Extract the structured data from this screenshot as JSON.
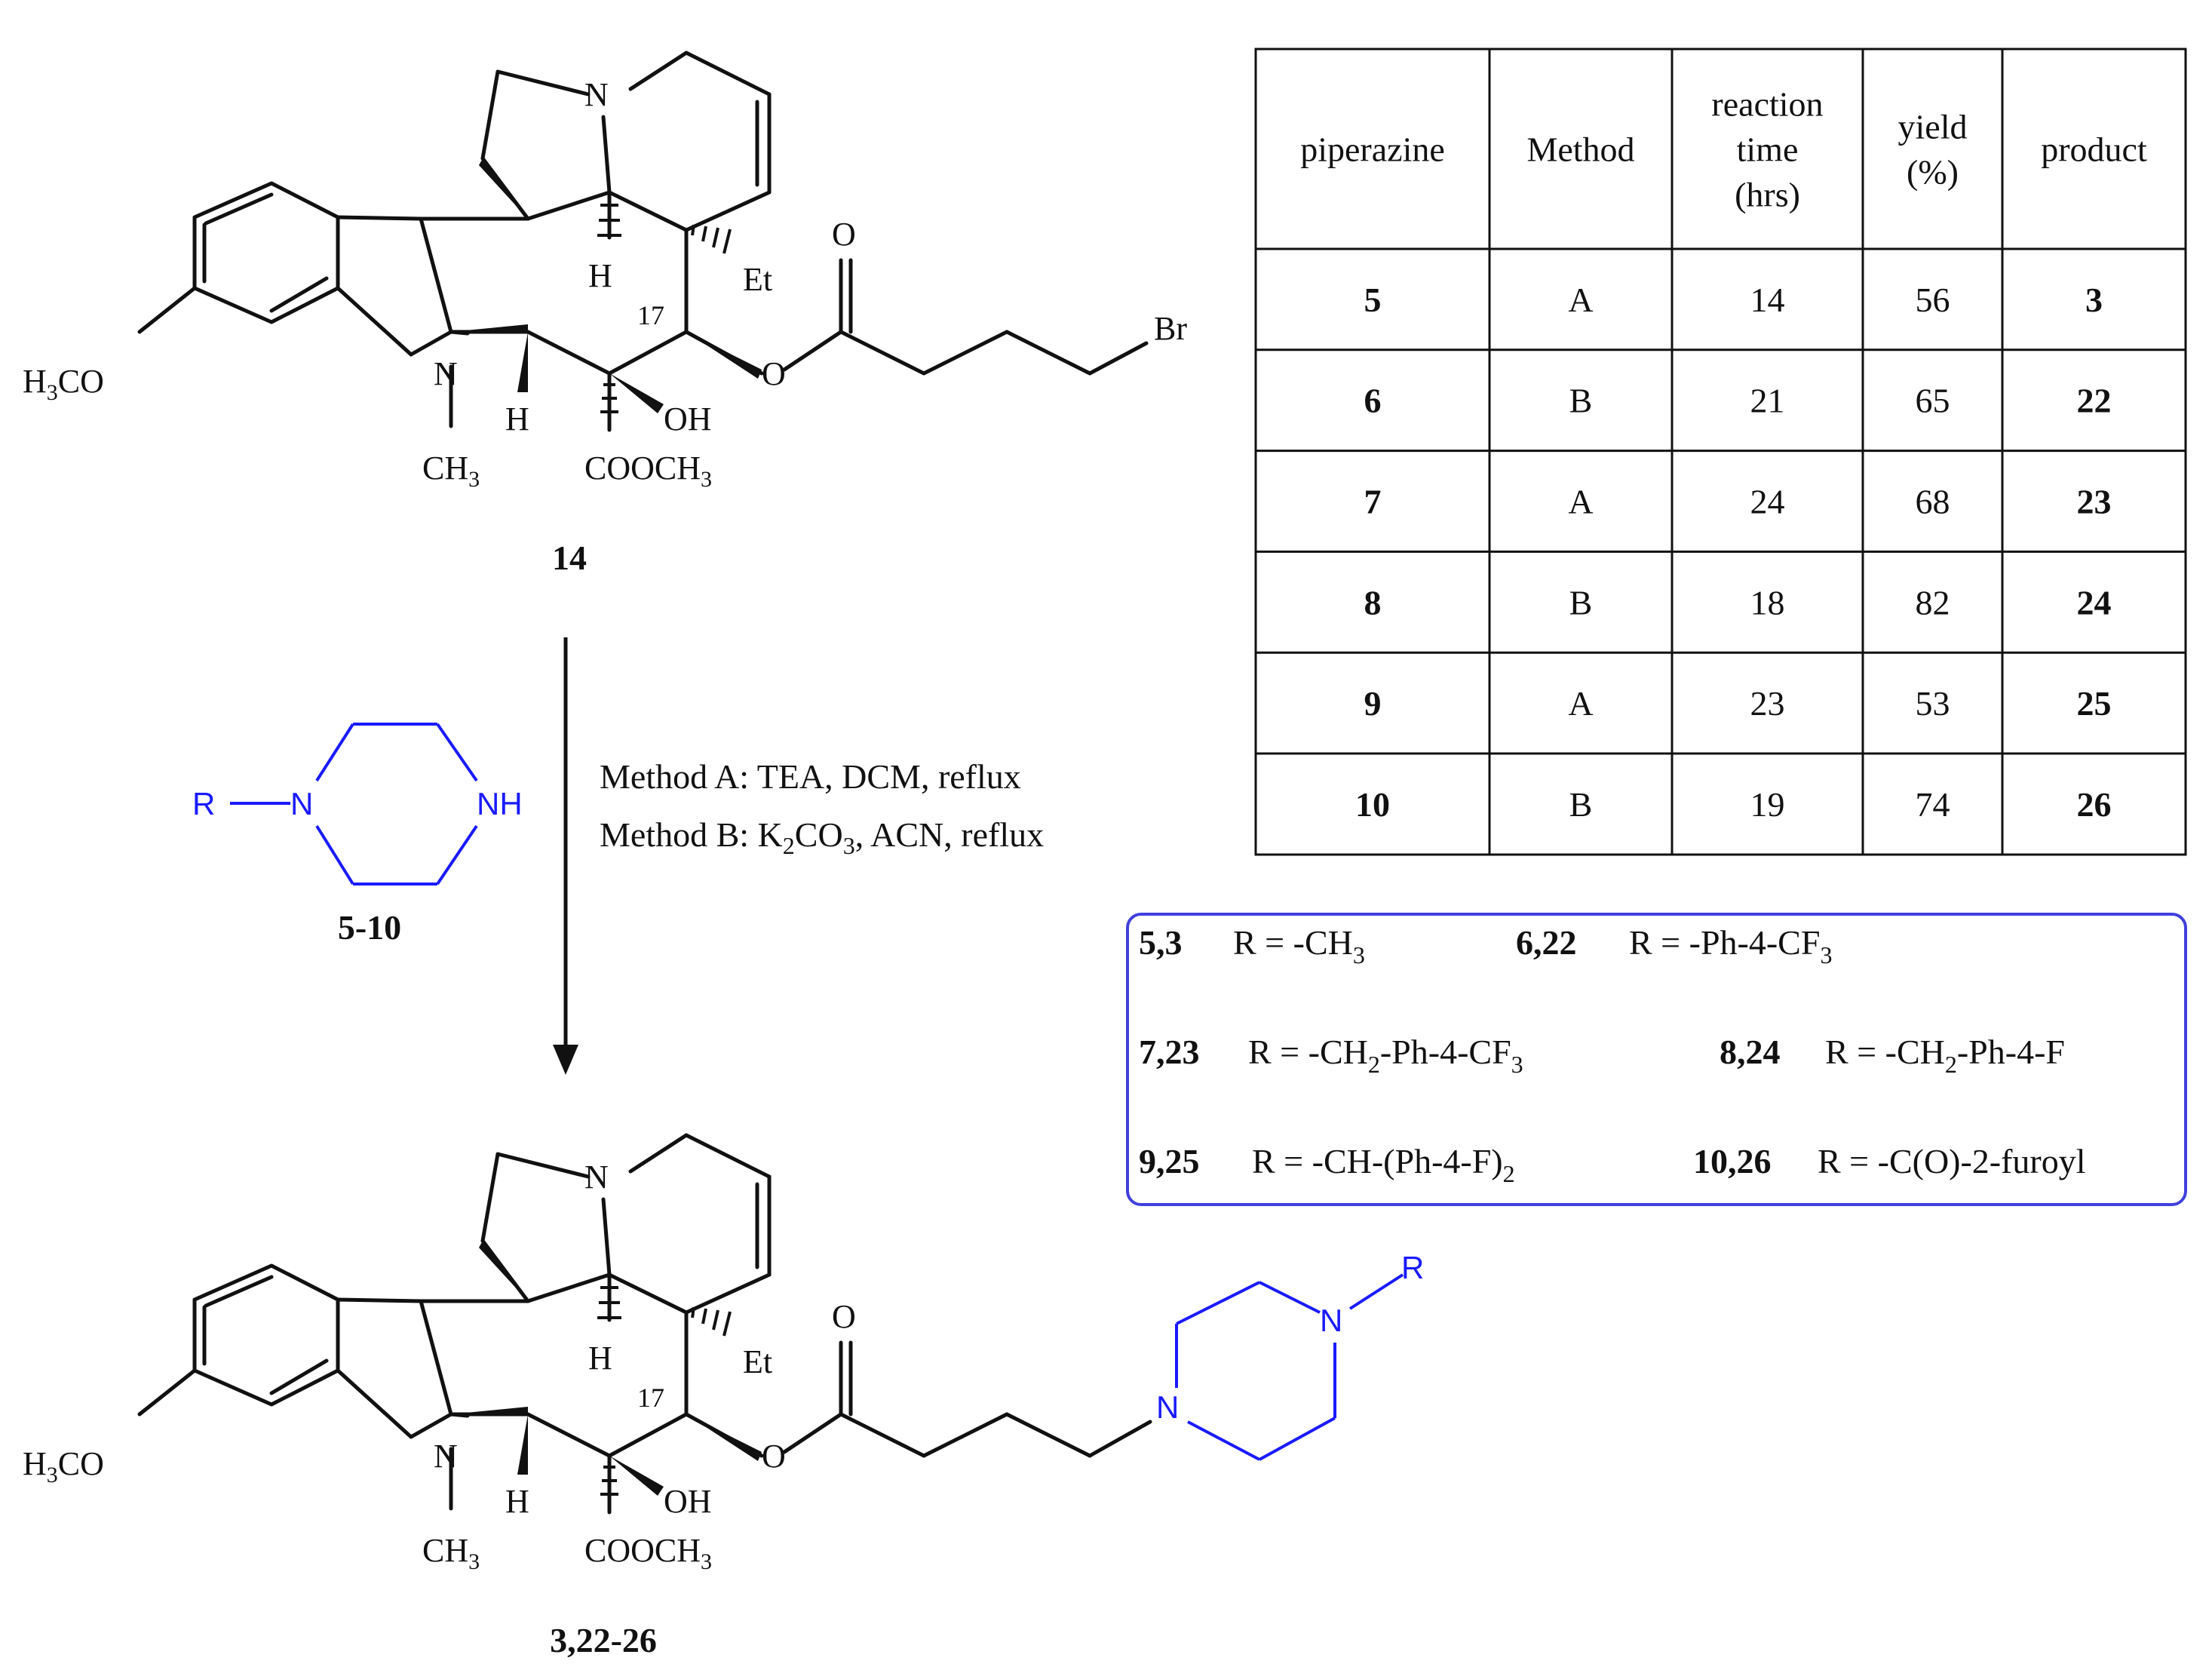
{
  "colors": {
    "black": "#111111",
    "blue": "#1a1aff",
    "frame": "#4040dd"
  },
  "start_label": "14",
  "product_label": "3,22-26",
  "piperazine_label": "5-10",
  "atoms": {
    "n": "N",
    "nh": "NH",
    "r": "R",
    "o": "O",
    "oh": "OH",
    "h": "H",
    "et": "Et",
    "br": "Br",
    "n_methyl": "CH",
    "n_methyl_sub": "3",
    "ester_main": "COOCH",
    "ester_sub": "3",
    "methoxy_h": "H",
    "methoxy_sub": "3",
    "methoxy_rest": "CO",
    "c17": "17"
  },
  "conditions": {
    "line1": "Method A: TEA, DCM, reflux",
    "line2_pre": "Method B: K",
    "line2_sub1": "2",
    "line2_mid": "CO",
    "line2_sub2": "3",
    "line2_post": ", ACN, reflux"
  },
  "table": {
    "headers": [
      [
        "piperazine"
      ],
      [
        "Method"
      ],
      [
        "reaction",
        "time",
        "(hrs)"
      ],
      [
        "yield",
        "(%)"
      ],
      [
        "product"
      ]
    ],
    "rows": [
      [
        "5",
        "A",
        "14",
        "56",
        "3"
      ],
      [
        "6",
        "B",
        "21",
        "65",
        "22"
      ],
      [
        "7",
        "A",
        "24",
        "68",
        "23"
      ],
      [
        "8",
        "B",
        "18",
        "82",
        "24"
      ],
      [
        "9",
        "A",
        "23",
        "53",
        "25"
      ],
      [
        "10",
        "B",
        "19",
        "74",
        "26"
      ]
    ]
  },
  "legend": [
    {
      "id": "5,3",
      "text": "R = -CH",
      "sub": "3",
      "tail": ""
    },
    {
      "id": "6,22",
      "text": "R = -Ph-4-CF",
      "sub": "3",
      "tail": ""
    },
    {
      "id": "7,23",
      "text": "R = -CH",
      "sub": "2",
      "tail": "-Ph-4-CF",
      "sub2": "3"
    },
    {
      "id": "8,24",
      "text": "R = -CH",
      "sub": "2",
      "tail": "-Ph-4-F"
    },
    {
      "id": "9,25",
      "text": "R = -CH-(Ph-4-F)",
      "sub": "2",
      "tail": ""
    },
    {
      "id": "10,26",
      "text": "R = -C(O)-2-furoyl",
      "sub": "",
      "tail": ""
    }
  ]
}
